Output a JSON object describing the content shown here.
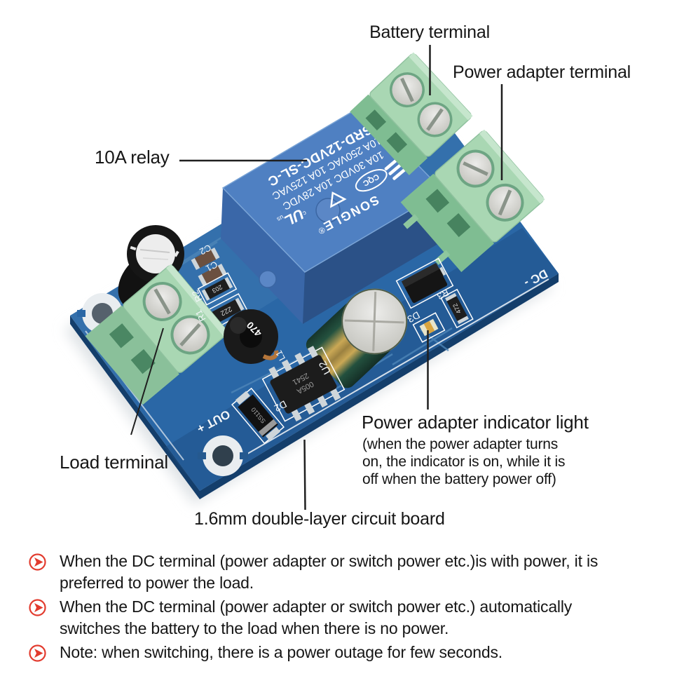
{
  "annotations": {
    "battery_terminal": "Battery terminal",
    "power_adapter_terminal": "Power adapter terminal",
    "relay": "10A relay",
    "indicator_title": "Power adapter indicator light",
    "indicator_note": "(when the power adapter turns\non, the indicator is on, while it is\noff when the battery power off)",
    "load_terminal": "Load terminal",
    "board": "1.6mm double-layer circuit board"
  },
  "bullets": [
    {
      "text": "When the DC terminal (power adapter or switch power etc.)is with power, it is\npreferred to power the load."
    },
    {
      "text": "When the DC terminal (power adapter or switch power etc.) automatically\nswitches the battery to the load when there is no power."
    },
    {
      "text": "Note: when switching, there is a power outage for few seconds."
    }
  ],
  "board_markings": {
    "relay": {
      "model": "SRD-12VDC-SL-C",
      "rating_ac": "10A 250VAC 10A 125VAC",
      "rating_dc": "10A 30VDC 10A 28VDC",
      "brand": "SONGLE",
      "registered": "®",
      "cqc": "CQC",
      "ul": "UL",
      "ul_c": "c",
      "ul_us": "us"
    },
    "silkscreen": {
      "out": "OUT +",
      "dc": "DC -",
      "c2": "C2",
      "c1": "C1",
      "r1": "R1",
      "r2": "R2",
      "r3": "R3",
      "d2": "D2",
      "d3": "D3",
      "u2": "U2",
      "l1": "L1"
    },
    "components": {
      "inductor_code": "470",
      "resistor_code_1": "203",
      "resistor_code_2": "222",
      "resistor_code_3": "472",
      "diode_code": "SS110",
      "ic_line1": "005A",
      "ic_line2": "2541"
    }
  },
  "colors": {
    "pcb_blue": "#2a67a6",
    "pcb_edge": "#143e6b",
    "relay_blue": "#4f80c2",
    "terminal_green": "#a9d7b3",
    "bullet_red": "#e23b2e",
    "annotation_text": "#161616"
  }
}
